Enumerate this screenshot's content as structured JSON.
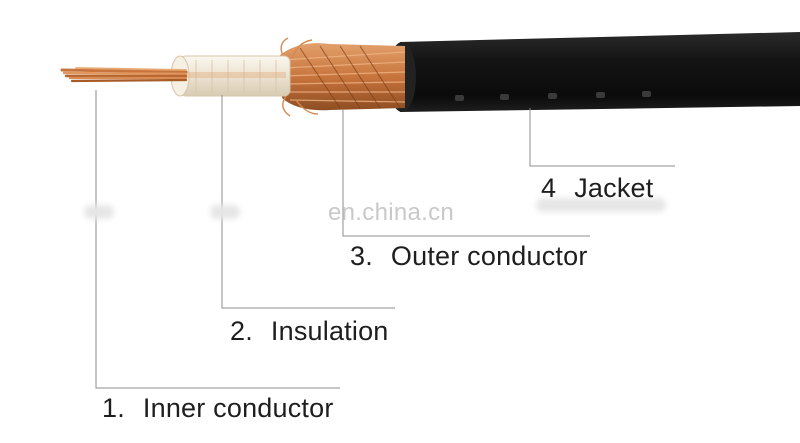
{
  "watermark": "en.china.cn",
  "parts": [
    {
      "number": "1.",
      "name": "Inner conductor"
    },
    {
      "number": "2.",
      "name": "Insulation"
    },
    {
      "number": "3.",
      "name": "Outer conductor"
    },
    {
      "number": "4",
      "name": "Jacket"
    }
  ],
  "colors": {
    "jacket": "#141414",
    "copper": "#c8753d",
    "insulation": "#f1ebe0",
    "leader_line": "#8c8c8c",
    "text": "#1e1e1e"
  }
}
